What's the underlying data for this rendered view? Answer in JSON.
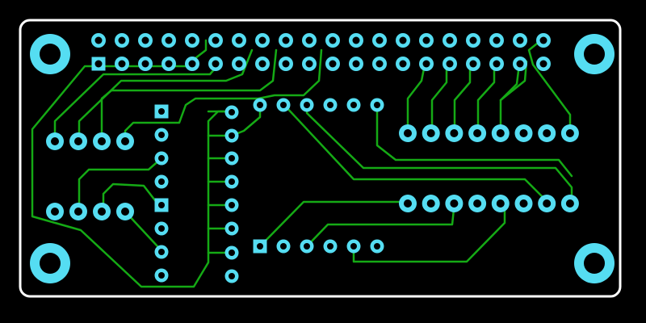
{
  "board": {
    "outline_color": "#ffffff",
    "background": "#000000",
    "trace_color": "#15aa15",
    "pad_color": "#55ddf2"
  },
  "mounting_holes": [
    "mount-hole-tl",
    "mount-hole-tr",
    "mount-hole-bl",
    "mount-hole-br"
  ],
  "components": [
    {
      "id": "header-40pin",
      "type": "pin-header",
      "pins": 40,
      "rows": 2
    },
    {
      "id": "connector-8pin-top",
      "type": "pad-row",
      "pins": 8
    },
    {
      "id": "connector-8pin-bottom",
      "type": "pad-row",
      "pins": 8
    },
    {
      "id": "pad-row-4-upper",
      "type": "pad-row",
      "pins": 4
    },
    {
      "id": "pad-row-4-lower",
      "type": "pad-row",
      "pins": 4
    },
    {
      "id": "header-6pin-upper",
      "type": "pin-header",
      "pins": 6
    },
    {
      "id": "header-6pin-lower",
      "type": "pin-header",
      "pins": 6
    },
    {
      "id": "ic-dip-column-left",
      "type": "pin-column",
      "pins": 8
    },
    {
      "id": "ic-dip-column-right",
      "type": "pin-column",
      "pins": 8
    }
  ]
}
